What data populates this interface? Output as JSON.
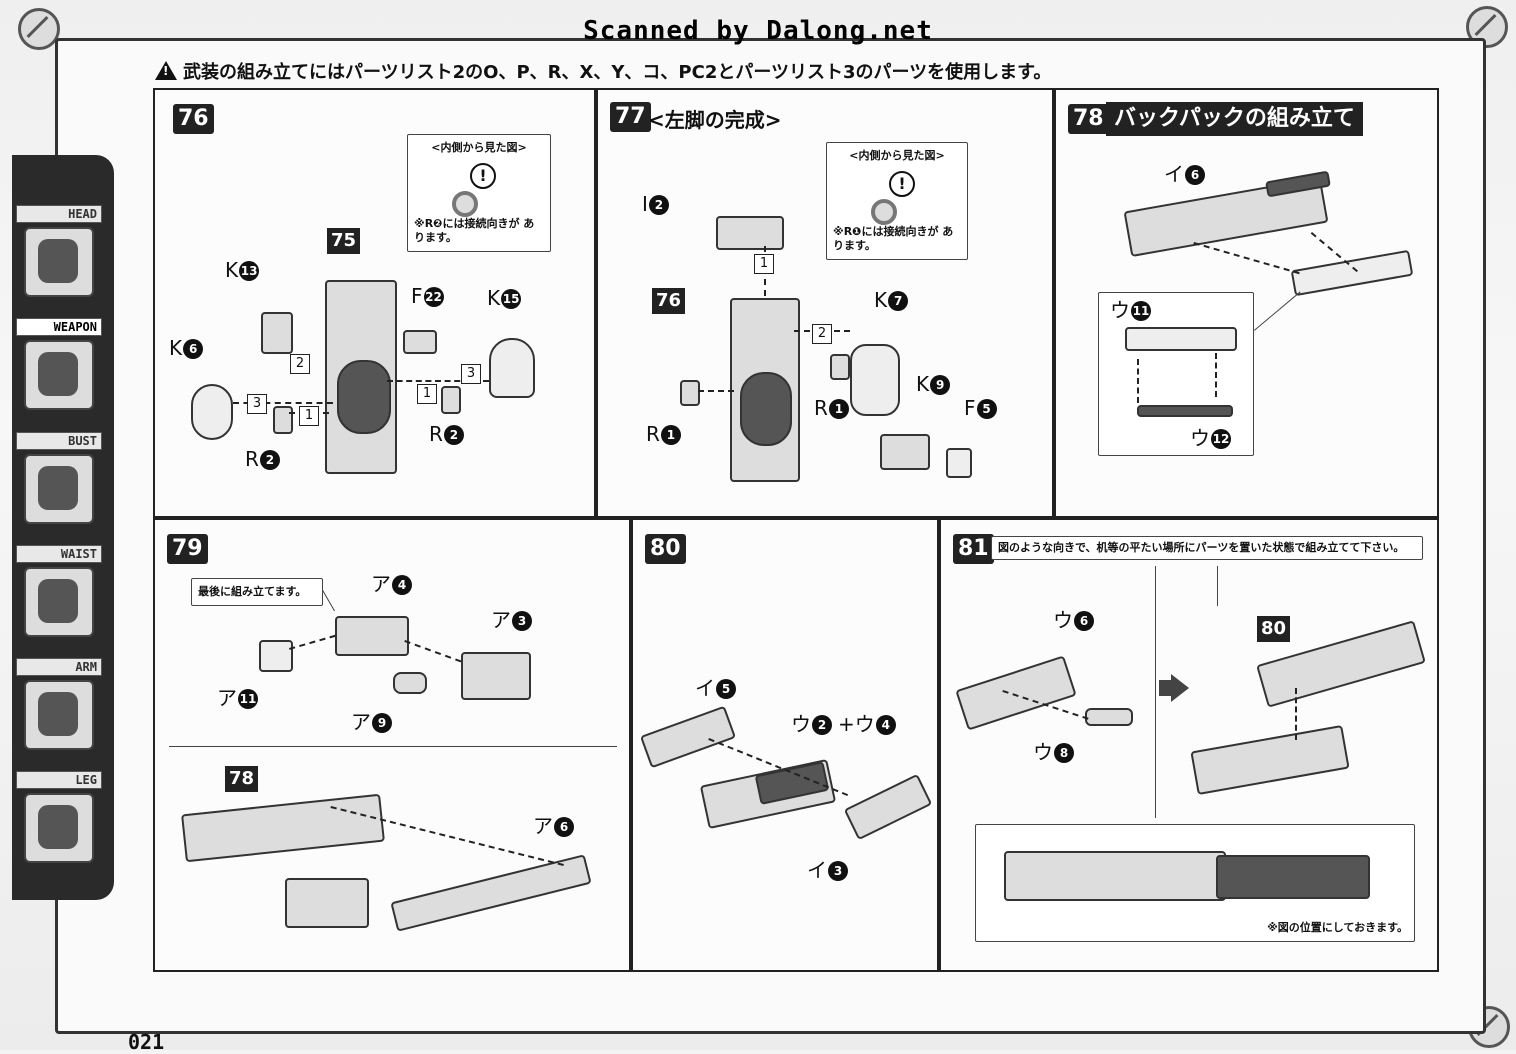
{
  "watermark": "Scanned by Dalong.net",
  "notice": "武装の組み立てにはパーツリスト2のO、P、R、X、Y、コ、PC2とパーツリスト3のパーツを使用します。",
  "side_tabs": [
    {
      "label": "HEAD",
      "active": false
    },
    {
      "label": "WEAPON",
      "active": true
    },
    {
      "label": "BUST",
      "active": false
    },
    {
      "label": "WAIST",
      "active": false
    },
    {
      "label": "ARM",
      "active": false
    },
    {
      "label": "LEG",
      "active": false
    }
  ],
  "page_number": "021",
  "steps": {
    "s76": {
      "number": "76",
      "note_title": "<内側から見た図>",
      "note_body": "※R❷には接続向きが あります。",
      "ref_tag": "75",
      "labels": {
        "k13": {
          "letter": "K",
          "num": "13"
        },
        "k6": {
          "letter": "K",
          "num": "6"
        },
        "f22": {
          "letter": "F",
          "num": "22"
        },
        "k15": {
          "letter": "K",
          "num": "15"
        },
        "r2a": {
          "letter": "R",
          "num": "2"
        },
        "r2b": {
          "letter": "R",
          "num": "2"
        }
      },
      "seq": [
        "2",
        "3",
        "1",
        "1",
        "3"
      ]
    },
    "s77": {
      "number": "77",
      "title": "<左脚の完成>",
      "note_title": "<内側から見た図>",
      "note_body": "※R❶には接続向きが あります。",
      "ref_tag": "76",
      "labels": {
        "i2": {
          "letter": "I",
          "num": "2"
        },
        "k7": {
          "letter": "K",
          "num": "7"
        },
        "k9": {
          "letter": "K",
          "num": "9"
        },
        "f5": {
          "letter": "F",
          "num": "5"
        },
        "r1a": {
          "letter": "R",
          "num": "1"
        },
        "r1b": {
          "letter": "R",
          "num": "1"
        }
      },
      "seq": [
        "1",
        "2"
      ]
    },
    "s78": {
      "number": "78",
      "title": "バックパックの組み立て",
      "labels": {
        "i6": {
          "letter": "イ",
          "num": "6"
        },
        "u11": {
          "letter": "ウ",
          "num": "11"
        },
        "u12": {
          "letter": "ウ",
          "num": "12"
        }
      }
    },
    "s79": {
      "number": "79",
      "note": "最後に組み立てます。",
      "ref_tag": "78",
      "labels": {
        "a4": {
          "letter": "ア",
          "num": "4"
        },
        "a3": {
          "letter": "ア",
          "num": "3"
        },
        "a11": {
          "letter": "ア",
          "num": "11"
        },
        "a9": {
          "letter": "ア",
          "num": "9"
        },
        "a6": {
          "letter": "ア",
          "num": "6"
        }
      }
    },
    "s80": {
      "number": "80",
      "labels": {
        "i5": {
          "letter": "イ",
          "num": "5"
        },
        "u2u4": {
          "letter": "ウ",
          "num": "2",
          "plus": "+ウ",
          "num2": "4"
        },
        "i3": {
          "letter": "イ",
          "num": "3"
        }
      }
    },
    "s81": {
      "number": "81",
      "note": "図のような向きで、机等の平たい場所にパーツを置いた状態で組み立てて下さい。",
      "ref_tag": "80",
      "labels": {
        "u6": {
          "letter": "ウ",
          "num": "6"
        },
        "u8": {
          "letter": "ウ",
          "num": "8"
        }
      },
      "bottom_note": "※図の位置にしておきます。"
    }
  }
}
